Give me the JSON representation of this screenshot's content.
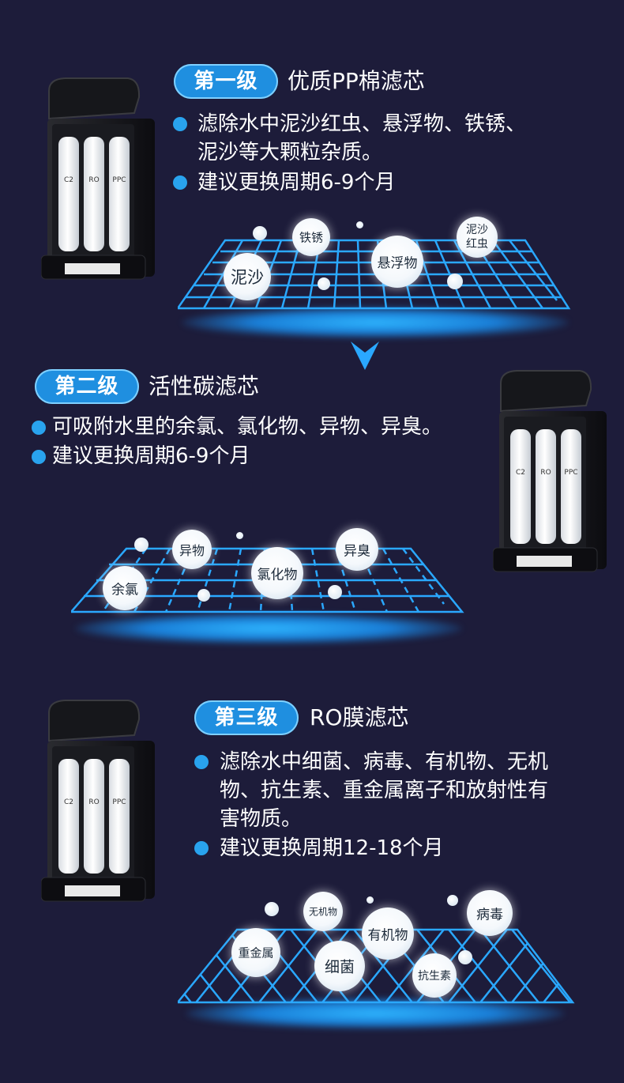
{
  "stages": [
    {
      "badge": "第一级",
      "title": "优质PP棉滤芯",
      "lines": [
        "滤除水中泥沙红虫、悬浮物、铁锈、",
        "泥沙等大颗粒杂质。"
      ],
      "cycle": "建议更换周期6-9个月",
      "bubbles": [
        "铁锈",
        "悬浮物",
        "泥沙红虫",
        "泥沙"
      ]
    },
    {
      "badge": "第二级",
      "title": "活性碳滤芯",
      "lines": [
        "可吸附水里的余氯、氯化物、异物、异臭。"
      ],
      "cycle": "建议更换周期6-9个月",
      "bubbles": [
        "异物",
        "异臭",
        "余氯",
        "氯化物"
      ]
    },
    {
      "badge": "第三级",
      "title": "RO膜滤芯",
      "lines": [
        "滤除水中细菌、病毒、有机物、无机",
        "物、抗生素、重金属离子和放射性有",
        "害物质。"
      ],
      "cycle": "建议更换周期12-18个月",
      "bubbles": [
        "无机物",
        "病毒",
        "有机物",
        "重金属",
        "细菌",
        "抗生素"
      ]
    }
  ],
  "device": {
    "cartridges": [
      "C2",
      "RO",
      "PPC"
    ]
  },
  "colors": {
    "background": "#1d1c3a",
    "accent": "#1f8fe0",
    "bullet": "#29a3ee",
    "grid": "#2aa8ff"
  },
  "icons": {
    "down_arrow": "chevron-down-icon"
  }
}
